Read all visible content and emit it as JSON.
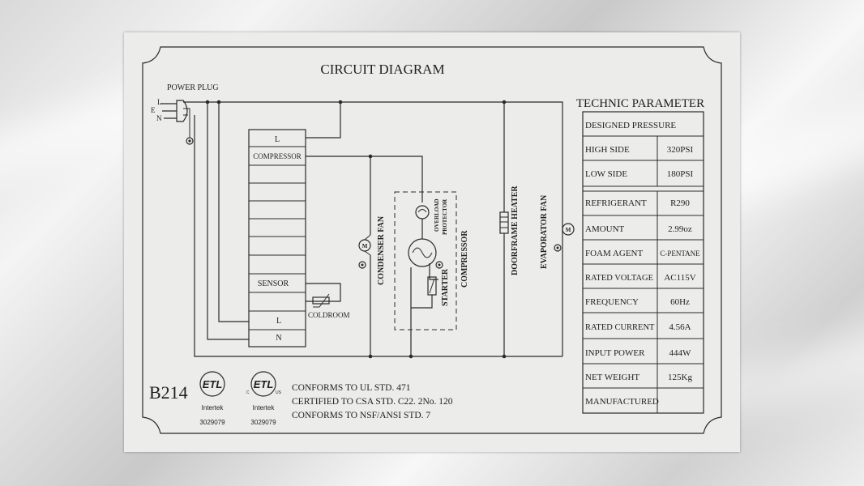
{
  "title": "CIRCUIT DIAGRAM",
  "plug": {
    "label": "POWER PLUG",
    "l": "L",
    "e": "E",
    "n": "N"
  },
  "terminals": {
    "l_top": "L",
    "compressor": "COMPRESSOR",
    "sensor": "SENSOR",
    "l_bottom": "L",
    "n": "N"
  },
  "components": {
    "coldroom": "COLDROOM",
    "condenser_fan": "CONDENSER FAN",
    "overload_protector": [
      "OVERLOAD",
      "PROTECTOR"
    ],
    "starter": "STARTER",
    "compressor": "COMPRESSOR",
    "doorframe_heater": "DOORFRAME HEATER",
    "evaporator_fan": "EVAPORATOR FAN",
    "motor_symbol": "M"
  },
  "parameters": {
    "heading": "TECHNIC PARAMETER",
    "designed_pressure": "DESIGNED PRESSURE",
    "rows": [
      {
        "label": "HIGH SIDE",
        "value": "320PSI"
      },
      {
        "label": "LOW SIDE",
        "value": "180PSI"
      },
      {
        "label": "REFRIGERANT",
        "value": "R290"
      },
      {
        "label": "AMOUNT",
        "value": "2.99oz"
      },
      {
        "label": "FOAM AGENT",
        "value": "C-PENTANE"
      },
      {
        "label": "RATED VOLTAGE",
        "value": "AC115V"
      },
      {
        "label": "FREQUENCY",
        "value": "60Hz"
      },
      {
        "label": "RATED CURRENT",
        "value": "4.56A"
      },
      {
        "label": "INPUT POWER",
        "value": "444W"
      },
      {
        "label": "NET WEIGHT",
        "value": "125Kg"
      },
      {
        "label": "MANUFACTURED",
        "value": ""
      }
    ]
  },
  "footer": {
    "model": "B214",
    "mark1": {
      "logo": "ETL",
      "lab": "Intertek",
      "number": "3029079"
    },
    "mark2": {
      "logo": "ETL",
      "c": "C",
      "us": "US",
      "lab": "Intertek",
      "number": "3029079"
    },
    "certifications": [
      "CONFORMS TO UL STD. 471",
      "CERTIFIED TO CSA STD. C22. 2No. 120",
      "CONFORMS TO NSF/ANSI STD. 7"
    ]
  }
}
